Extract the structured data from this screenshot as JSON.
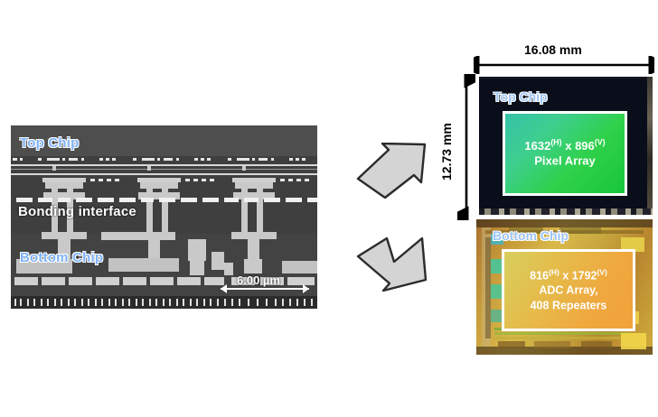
{
  "figure": {
    "background": "#ffffff",
    "sem_panel": {
      "name": "stacked-chip-sem-cross-section",
      "labels": {
        "top_chip": "Top Chip",
        "bonding_interface": "Bonding interface",
        "bottom_chip": "Bottom Chip"
      },
      "scale_bar": {
        "value": "6.00",
        "unit": "µm",
        "text": "6.00 µm"
      },
      "label_colors": {
        "chip_label": "#7fb3f5",
        "interface_label": "#ffffff"
      }
    },
    "arrows": [
      {
        "name": "arrow-to-top-chip",
        "direction": "up-right",
        "fill": "#d4d4d4",
        "stroke": "#2b2b2b"
      },
      {
        "name": "arrow-to-bottom-chip",
        "direction": "down-right",
        "fill": "#d4d4d4",
        "stroke": "#2b2b2b"
      }
    ],
    "dimensions": {
      "width": "16.08 mm",
      "height": "12.73 mm"
    },
    "top_die": {
      "name": "top-chip-die-photo",
      "label": "Top Chip",
      "background": "#0a0d1a",
      "array": {
        "resolution_h": "1632",
        "resolution_v": "896",
        "sup_h": "(H)",
        "sup_v": "(V)",
        "separator": " x ",
        "caption": "Pixel Array",
        "accent": "#2fd14a"
      }
    },
    "bottom_die": {
      "name": "bottom-chip-die-photo",
      "label": "Bottom Chip",
      "background": "#c9a93f",
      "array": {
        "resolution_h": "816",
        "resolution_v": "1792",
        "sup_h": "(H)",
        "sup_v": "(V)",
        "separator": " x ",
        "caption_line1": "ADC Array,",
        "caption_line2": "408 Repeaters",
        "accent": "#efa83e"
      }
    }
  }
}
